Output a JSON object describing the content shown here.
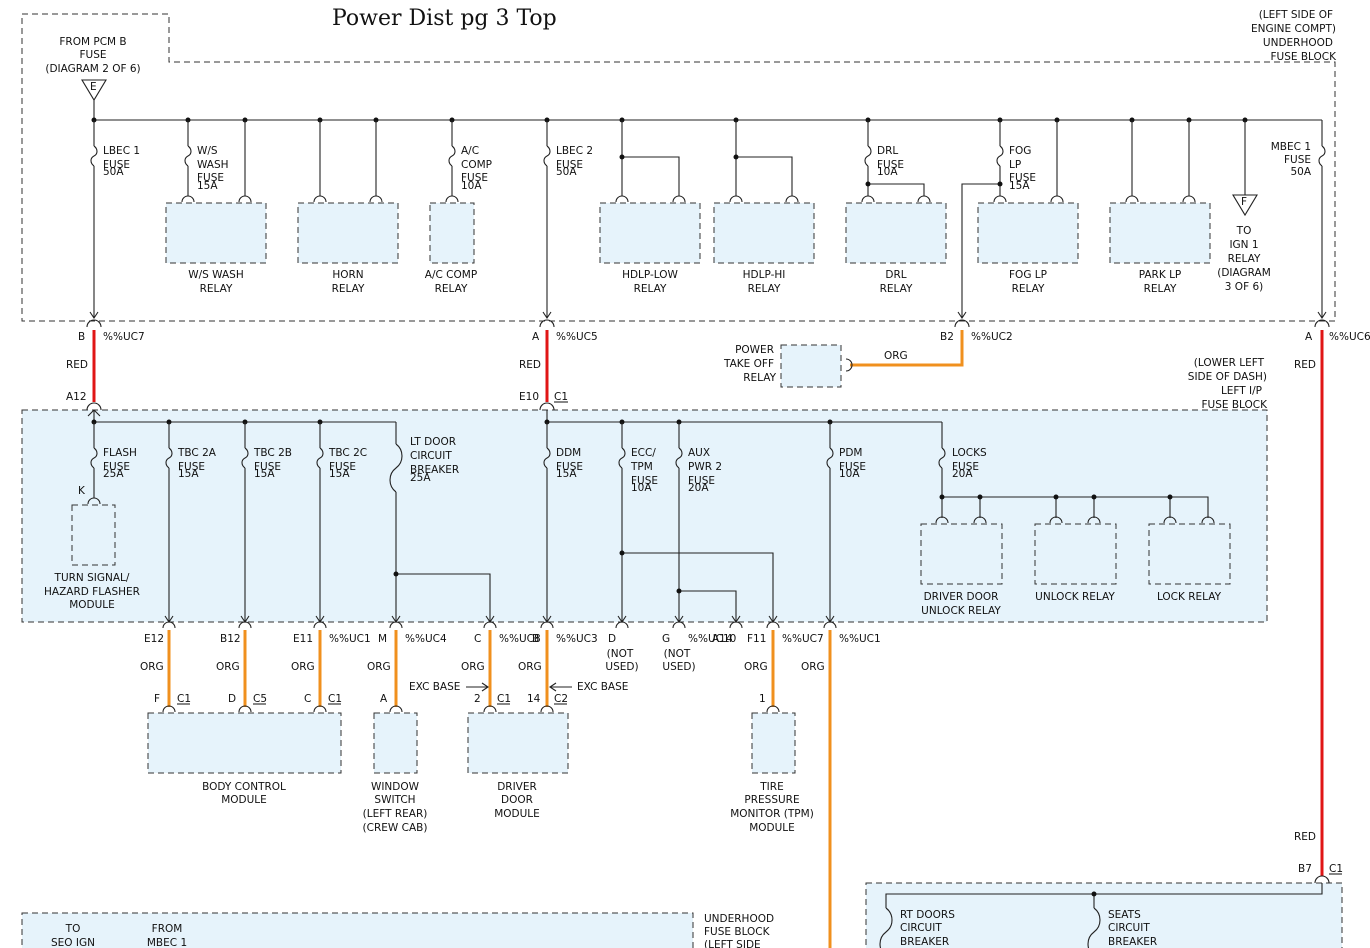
{
  "title": "Power Dist pg 3 Top",
  "colors": {
    "red_wire": "#e01515",
    "org_wire": "#f0901e",
    "block_fill": "#e6f3fb"
  },
  "top_block": {
    "label_lines": [
      "(LEFT SIDE OF",
      "ENGINE COMPT)",
      "UNDERHOOD",
      "FUSE BLOCK"
    ],
    "source_lines": [
      "FROM PCM B",
      "FUSE",
      "(DIAGRAM 2 OF 6)"
    ],
    "source_flag": "E",
    "to_flag": "F",
    "to_lines": [
      "TO",
      "IGN 1",
      "RELAY",
      "(DIAGRAM",
      "3 OF 6)"
    ],
    "fuses": [
      {
        "lines": [
          "LBEC 1",
          "FUSE",
          "50A"
        ]
      },
      {
        "lines": [
          "W/S",
          "WASH",
          "FUSE",
          "15A"
        ]
      },
      {
        "lines": [
          "A/C",
          "COMP",
          "FUSE",
          "10A"
        ]
      },
      {
        "lines": [
          "LBEC 2",
          "FUSE",
          "50A"
        ]
      },
      {
        "lines": [
          "DRL",
          "FUSE",
          "10A"
        ]
      },
      {
        "lines": [
          "FOG",
          "LP",
          "FUSE",
          "15A"
        ]
      },
      {
        "lines": [
          "MBEC 1",
          "FUSE",
          "50A"
        ]
      }
    ],
    "relays": [
      {
        "lines": [
          "W/S WASH",
          "RELAY"
        ]
      },
      {
        "lines": [
          "HORN",
          "RELAY"
        ]
      },
      {
        "lines": [
          "A/C COMP",
          "RELAY"
        ]
      },
      {
        "lines": [
          "HDLP-LOW",
          "RELAY"
        ]
      },
      {
        "lines": [
          "HDLP-HI",
          "RELAY"
        ]
      },
      {
        "lines": [
          "DRL",
          "RELAY"
        ]
      },
      {
        "lines": [
          "FOG LP",
          "RELAY"
        ]
      },
      {
        "lines": [
          "PARK LP",
          "RELAY"
        ]
      }
    ],
    "pins": [
      {
        "pin": "B",
        "circuit": "%%UC7"
      },
      {
        "pin": "A",
        "circuit": "%%UC5"
      },
      {
        "pin": "B2",
        "circuit": "%%UC2"
      },
      {
        "pin": "A",
        "circuit": "%%UC6"
      }
    ]
  },
  "wires": {
    "red": "RED",
    "org": "ORG"
  },
  "pto_relay": {
    "lines": [
      "POWER",
      "TAKE OFF",
      "RELAY"
    ]
  },
  "ip_block": {
    "label_lines": [
      "(LOWER LEFT",
      "SIDE OF DASH)",
      "LEFT I/P",
      "FUSE BLOCK"
    ],
    "in_pins": [
      {
        "pin": "A12",
        "conn": ""
      },
      {
        "pin": "E10",
        "conn": "C1"
      }
    ],
    "fuses": [
      {
        "lines": [
          "FLASH",
          "FUSE",
          "25A"
        ]
      },
      {
        "lines": [
          "TBC 2A",
          "FUSE",
          "15A"
        ]
      },
      {
        "lines": [
          "TBC 2B",
          "FUSE",
          "15A"
        ]
      },
      {
        "lines": [
          "TBC 2C",
          "FUSE",
          "15A"
        ]
      },
      {
        "lines": [
          "LT DOOR",
          "CIRCUIT",
          "BREAKER",
          "25A"
        ]
      },
      {
        "lines": [
          "DDM",
          "FUSE",
          "15A"
        ]
      },
      {
        "lines": [
          "ECC/",
          "TPM",
          "FUSE",
          "10A"
        ]
      },
      {
        "lines": [
          "AUX",
          "PWR 2",
          "FUSE",
          "20A"
        ]
      },
      {
        "lines": [
          "PDM",
          "FUSE",
          "10A"
        ]
      },
      {
        "lines": [
          "LOCKS",
          "FUSE",
          "20A"
        ]
      }
    ],
    "flasher_pin": "K",
    "flasher": {
      "lines": [
        "TURN SIGNAL/",
        "HAZARD FLASHER",
        "MODULE"
      ]
    },
    "relays": [
      {
        "lines": [
          "DRIVER DOOR",
          "UNLOCK RELAY"
        ]
      },
      {
        "lines": [
          "UNLOCK RELAY"
        ]
      },
      {
        "lines": [
          "LOCK RELAY"
        ]
      }
    ],
    "out_pins": [
      {
        "pin": "E12",
        "circuit": ""
      },
      {
        "pin": "B12",
        "circuit": ""
      },
      {
        "pin": "E11",
        "circuit": "%%UC1"
      },
      {
        "pin": "M",
        "circuit": "%%UC4"
      },
      {
        "pin": "C",
        "circuit": "%%UC8"
      },
      {
        "pin": "B",
        "circuit": "%%UC3"
      },
      {
        "pin": "D",
        "circuit": ""
      },
      {
        "pin": "G",
        "circuit": "%%UC10"
      },
      {
        "pin": "A14",
        "circuit": ""
      },
      {
        "pin": "F11",
        "circuit": "%%UC7"
      },
      {
        "pin": "",
        "circuit": "%%UC1"
      }
    ],
    "not_used": [
      "(NOT",
      "USED)"
    ]
  },
  "modules": {
    "bcm": {
      "lines": [
        "BODY CONTROL",
        "MODULE"
      ],
      "pins": [
        {
          "pin": "F",
          "conn": "C1"
        },
        {
          "pin": "D",
          "conn": "C5"
        },
        {
          "pin": "C",
          "conn": "C1"
        }
      ]
    },
    "window": {
      "lines": [
        "WINDOW",
        "SWITCH",
        "(LEFT REAR)",
        "(CREW CAB)"
      ],
      "pin": "A"
    },
    "ddm": {
      "lines": [
        "DRIVER",
        "DOOR",
        "MODULE"
      ],
      "pins": [
        {
          "pin": "2",
          "conn": "C1"
        },
        {
          "pin": "14",
          "conn": "C2"
        }
      ]
    },
    "tpm": {
      "lines": [
        "TIRE",
        "PRESSURE",
        "MONITOR (TPM)",
        "MODULE"
      ],
      "pin": "1"
    },
    "exc_base": "EXC BASE"
  },
  "bottom": {
    "left_lines_a": [
      "TO",
      "SEO IGN"
    ],
    "left_lines_b": [
      "FROM",
      "MBEC 1"
    ],
    "label_lines": [
      "UNDERHOOD",
      "FUSE BLOCK",
      "(LEFT SIDE"
    ],
    "right_pin": "B7",
    "right_conn": "C1",
    "breakers": [
      {
        "lines": [
          "RT DOORS",
          "CIRCUIT",
          "BREAKER"
        ]
      },
      {
        "lines": [
          "SEATS",
          "CIRCUIT",
          "BREAKER"
        ]
      }
    ]
  }
}
